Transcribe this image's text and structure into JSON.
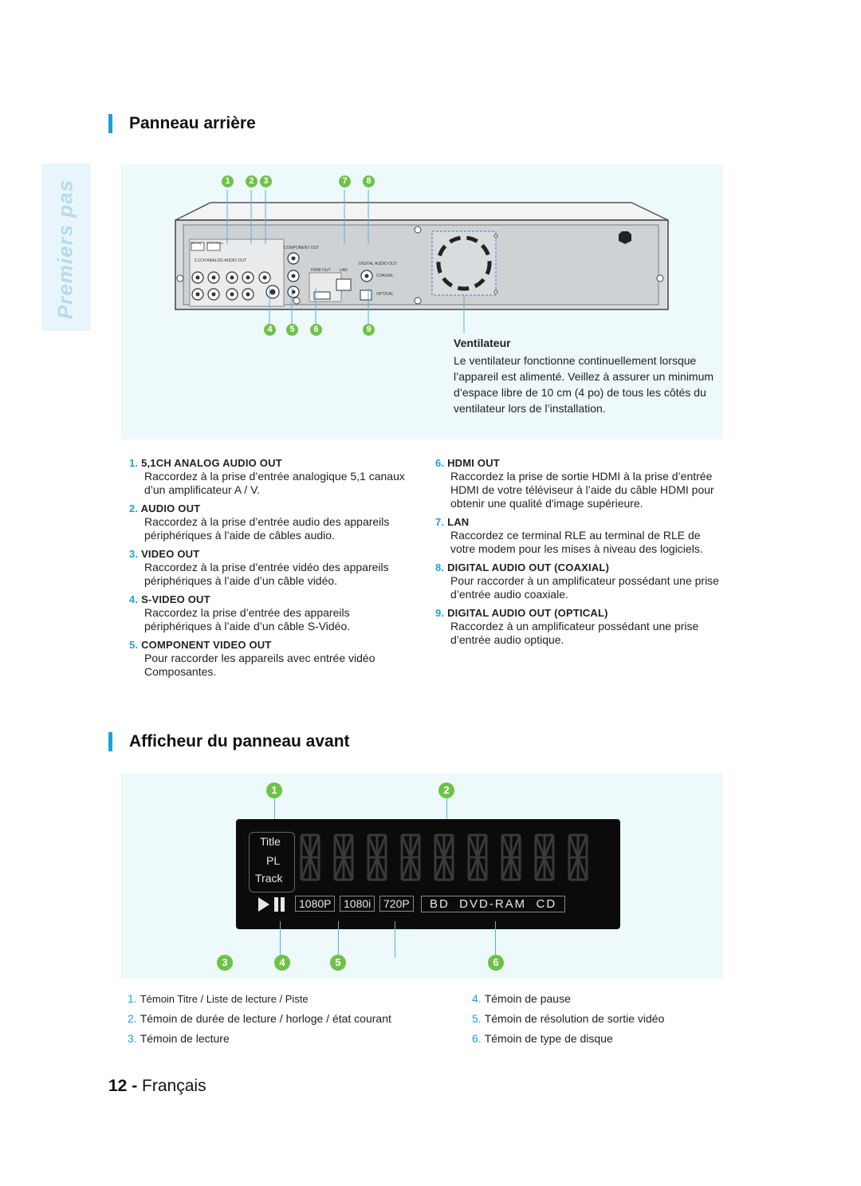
{
  "side_tab": "Premiers pas",
  "rear_panel": {
    "title": "Panneau arrière",
    "callouts_top": [
      "1",
      "2",
      "3",
      "7",
      "8"
    ],
    "callouts_bottom": [
      "4",
      "5",
      "6",
      "9"
    ],
    "panel_labels": {
      "blu_ray": "Blu-ray",
      "dvd_video": "DVD-Video",
      "analog": "5.1CH ANALOG AUDIO OUT",
      "component": "COMPONENT OUT",
      "hdmi": "HDMI OUT",
      "lan": "LAN",
      "digital": "DIGITAL AUDIO OUT",
      "coaxial": "COAXIAL",
      "optical": "OPTICAL"
    },
    "fan": {
      "title": "Ventilateur",
      "text": "Le ventilateur fonctionne continuellement lorsque l’appareil est alimenté. Veillez à assurer un minimum d’espace libre de 10 cm (4 po) de tous les côtés du ventilateur lors de l’installation."
    },
    "items_left": [
      {
        "num": "1.",
        "title": "5,1CH ANALOG AUDIO OUT",
        "desc": "Raccordez à la prise d’entrée analogique 5,1 canaux d’un amplificateur A / V."
      },
      {
        "num": "2.",
        "title": "AUDIO OUT",
        "desc": "Raccordez à la prise d’entrée audio des appareils périphériques à l’aide de câbles audio."
      },
      {
        "num": "3.",
        "title": "VIDEO OUT",
        "desc": "Raccordez à la prise d’entrée vidéo des appareils périphériques à l’aide d’un câble vidéo."
      },
      {
        "num": "4.",
        "title": "S-VIDEO OUT",
        "desc": "Raccordez la prise d’entrée des appareils périphériques à l’aide d’un câble S-Vidéo."
      },
      {
        "num": "5.",
        "title": "COMPONENT VIDEO OUT",
        "desc": "Pour raccorder les appareils avec entrée vidéo Composantes."
      }
    ],
    "items_right": [
      {
        "num": "6.",
        "title": "HDMI OUT",
        "desc": "Raccordez la prise de sortie HDMI à la prise d’entrée HDMI de votre téléviseur à l’aide du câble HDMI pour obtenir une qualité d'image supérieure."
      },
      {
        "num": "7.",
        "title": "LAN",
        "desc": "Raccordez ce terminal RLE au terminal de RLE de votre modem pour les mises à niveau des logiciels."
      },
      {
        "num": "8.",
        "title": "DIGITAL AUDIO OUT (COAXIAL)",
        "desc": "Pour raccorder à un amplificateur possédant une prise d’entrée audio coaxiale."
      },
      {
        "num": "9.",
        "title": "DIGITAL AUDIO OUT (OPTICAL)",
        "desc": "Raccordez à un amplificateur possédant une prise d’entrée audio optique."
      }
    ]
  },
  "front_display": {
    "title": "Afficheur du panneau avant",
    "callouts_top": [
      "1",
      "2"
    ],
    "callouts_bottom": [
      "3",
      "4",
      "5",
      "6"
    ],
    "display": {
      "title_label": "Title",
      "pl_label": "PL",
      "track_label": "Track",
      "res_1080p": "1080P",
      "res_1080i": "1080i",
      "res_720p": "720P",
      "disc_types": "BD  DVD-RAM  CD"
    },
    "legend_left": [
      {
        "num": "1.",
        "text": "Témoin Titre / Liste de lecture / Piste"
      },
      {
        "num": "2.",
        "text": "Témoin de durée de lecture / horloge / état courant"
      },
      {
        "num": "3.",
        "text": "Témoin de lecture"
      }
    ],
    "legend_right": [
      {
        "num": "4.",
        "text": "Témoin de pause"
      },
      {
        "num": "5.",
        "text": "Témoin de résolution de sortie vidéo"
      },
      {
        "num": "6.",
        "text": "Témoin de type de disque"
      }
    ]
  },
  "footer": {
    "page_number": "12",
    "separator": "-",
    "language": "Français"
  },
  "colors": {
    "accent": "#1aa3d6",
    "callout_green": "#6ec247",
    "panel_bg": "#eef9fc",
    "side_tab_bg": "#e8f6fb"
  }
}
